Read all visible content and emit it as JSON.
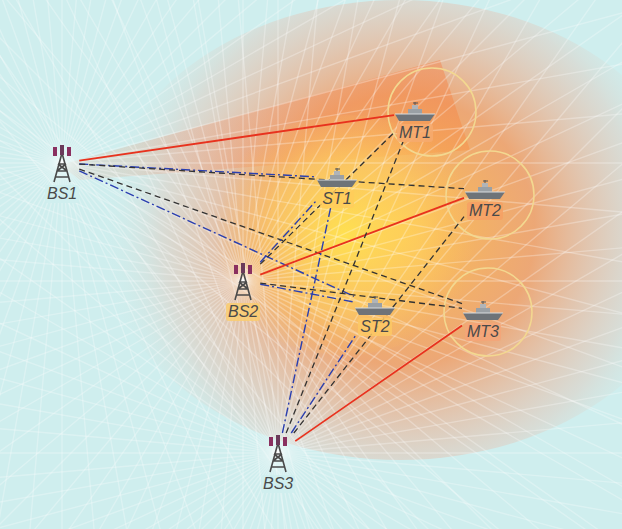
{
  "diagram": {
    "nodes": [
      {
        "text": [
          "MT1"
        ]
      },
      {
        "text": [
          "BS1"
        ]
      },
      {
        "text": [
          "ST1"
        ]
      },
      {
        "text": [
          "MT2"
        ]
      },
      {
        "text": [
          "BS2"
        ]
      },
      {
        "text": [
          "ST2"
        ]
      },
      {
        "text": [
          "MT3"
        ]
      },
      {
        "text": [
          "BS3"
        ]
      }
    ],
    "edges": [
      {
        "from": 1,
        "to": 0,
        "arrow": "none"
      },
      {
        "from": 1,
        "to": 2,
        "arrow": "none"
      },
      {
        "from": 1,
        "to": 3,
        "arrow": "none"
      },
      {
        "from": 1,
        "to": 5,
        "arrow": "none"
      },
      {
        "from": 1,
        "to": 6,
        "arrow": "none"
      },
      {
        "from": 4,
        "to": 0,
        "arrow": "none"
      },
      {
        "from": 4,
        "to": 2,
        "arrow": "none"
      },
      {
        "from": 4,
        "to": 3,
        "arrow": "none"
      },
      {
        "from": 4,
        "to": 5,
        "arrow": "none"
      },
      {
        "from": 4,
        "to": 6,
        "arrow": "none"
      },
      {
        "from": 7,
        "to": 0,
        "arrow": "none"
      },
      {
        "from": 7,
        "to": 2,
        "arrow": "none"
      },
      {
        "from": 7,
        "to": 3,
        "arrow": "none"
      },
      {
        "from": 7,
        "to": 5,
        "arrow": "none"
      },
      {
        "from": 7,
        "to": 6,
        "arrow": "none"
      }
    ]
  }
}
